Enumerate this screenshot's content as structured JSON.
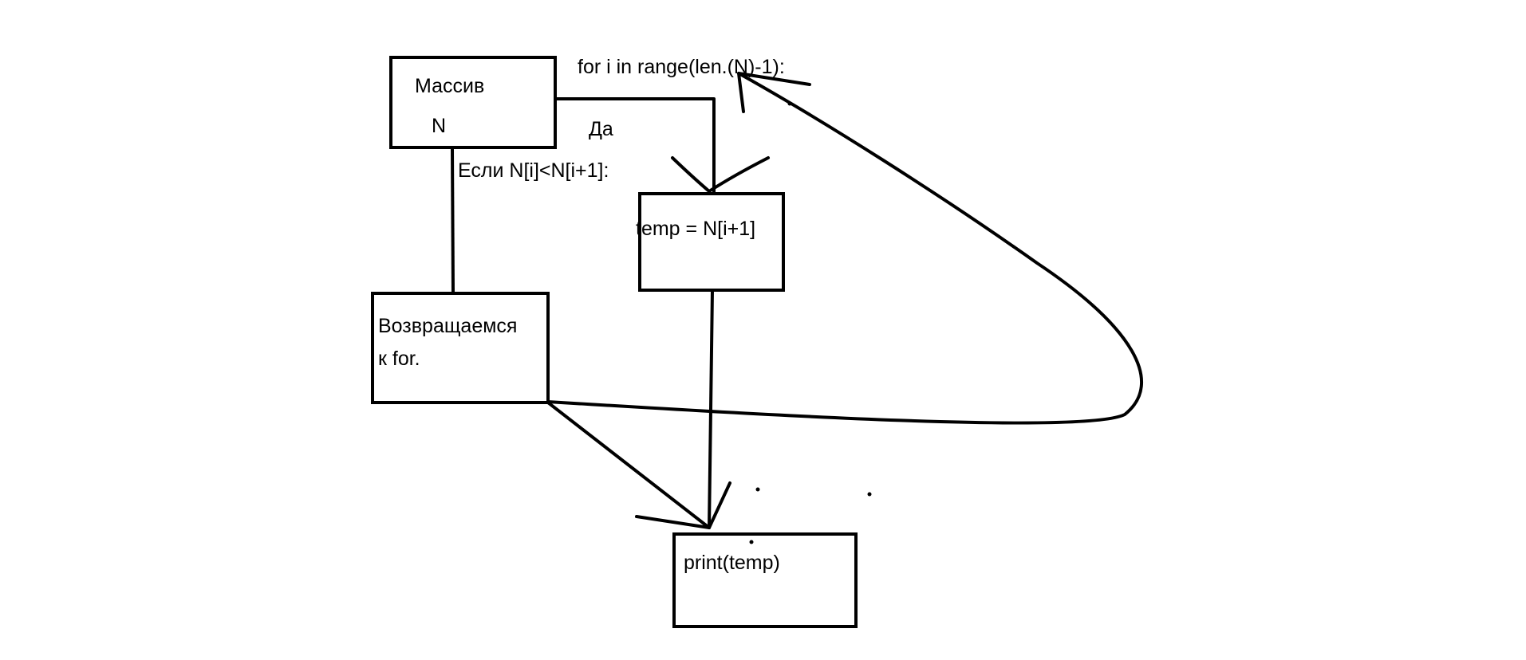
{
  "diagram": {
    "nodes": [
      {
        "id": "array",
        "lines": [
          "Массив",
          "N"
        ]
      },
      {
        "id": "temp",
        "lines": [
          "temp = N[i+1]"
        ]
      },
      {
        "id": "return",
        "lines": [
          "Возвращаемся",
          "к for."
        ]
      },
      {
        "id": "print",
        "lines": [
          "print(temp)"
        ]
      }
    ],
    "labels": {
      "loop": "for i in range(len.(N)-1):",
      "yes": "Да",
      "condition": "Если N[i]<N[i+1]:"
    }
  }
}
